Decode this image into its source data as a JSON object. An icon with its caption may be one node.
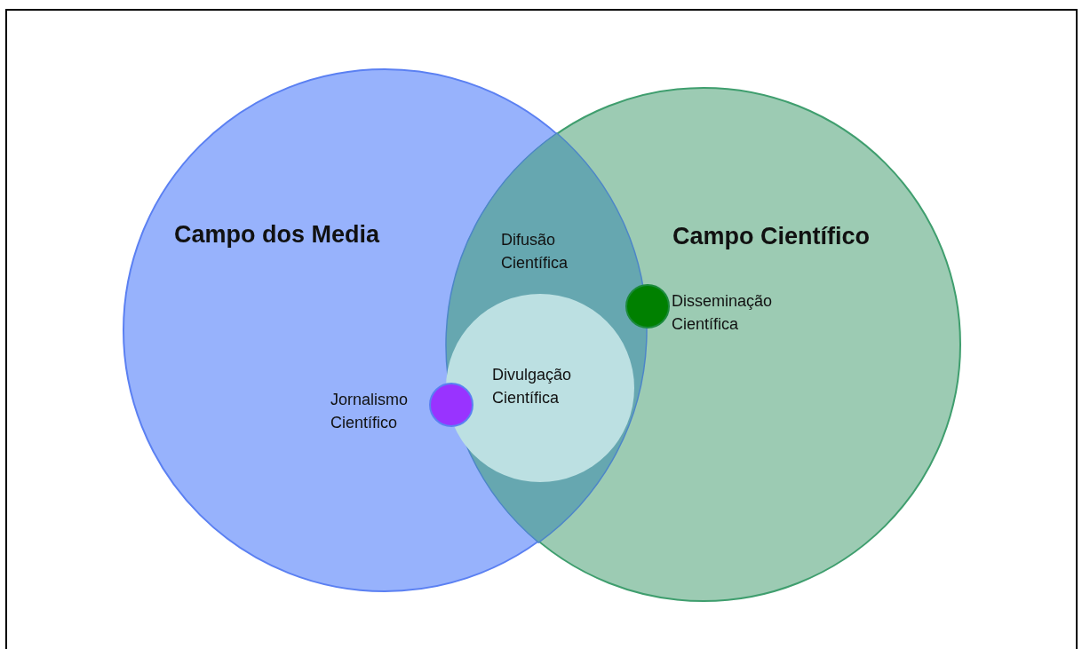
{
  "diagram": {
    "nodes": [
      {
        "text": [
          "Campo dos Media"
        ]
      },
      {
        "text": [
          "Campo Científico"
        ]
      },
      {
        "text": [
          "Difusão Científica"
        ]
      },
      {
        "text": [
          "Divulgação Científica"
        ],
        "in": 2
      },
      {
        "text": [],
        "shape": "circle",
        "beside": [
          "Jornalismo Científico"
        ],
        "in": 0
      },
      {
        "text": [],
        "shape": "circle",
        "beside": [
          "Disseminação Científica"
        ],
        "in": 1
      }
    ]
  }
}
